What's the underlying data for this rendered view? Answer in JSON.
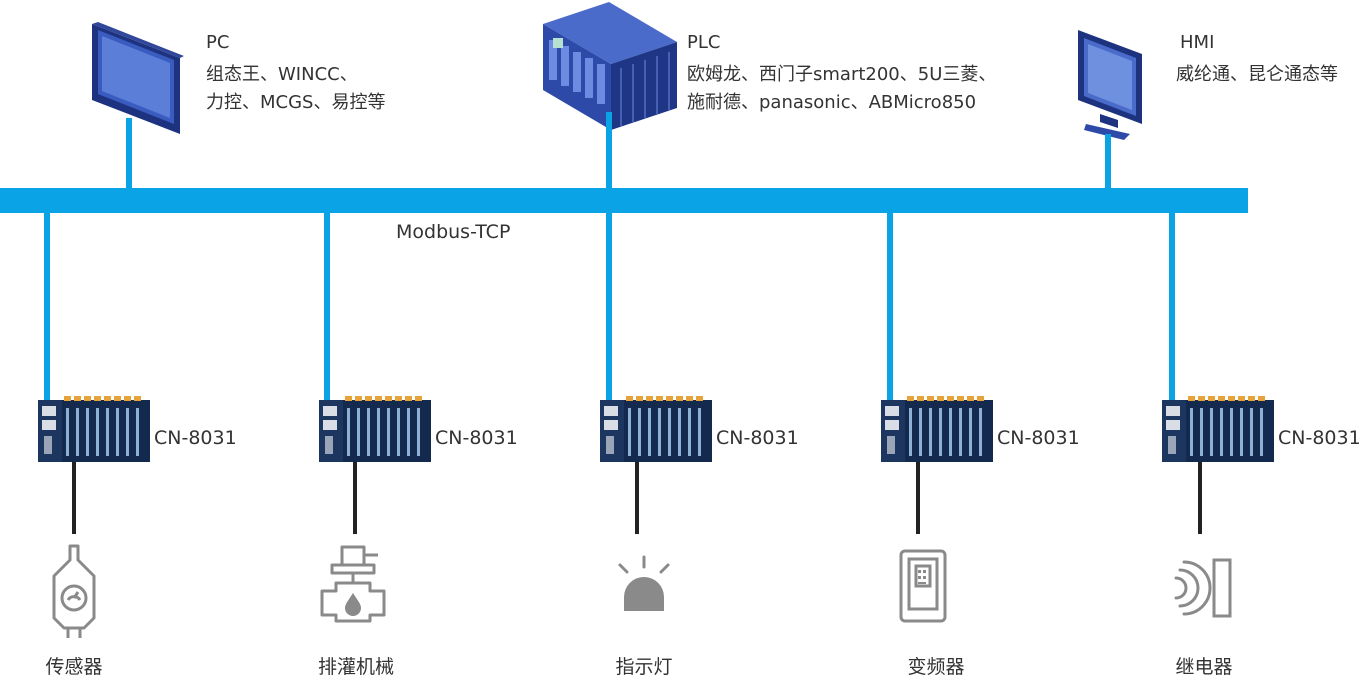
{
  "colors": {
    "bus": "#0aa3e6",
    "cable": "#222222",
    "device_blue": "#2f4da3",
    "icon_gray": "#8a8a8a"
  },
  "pc": {
    "title": "PC",
    "line1": "组态王、WINCC、",
    "line2": "力控、MCGS、易控等",
    "icon": "monitor-icon"
  },
  "plc": {
    "title": "PLC",
    "line1": "欧姆龙、西门子smart200、5U三菱、",
    "line2": "施耐德、panasonic、ABMicro850",
    "icon": "plc-rack-icon"
  },
  "hmi": {
    "title": "HMI",
    "line1": "威纶通、昆仑通态等",
    "icon": "hmi-monitor-icon"
  },
  "bus": {
    "label": "Modbus-TCP"
  },
  "nodes": [
    {
      "module": "CN-8031",
      "device": "传感器",
      "icon": "sensor-icon"
    },
    {
      "module": "CN-8031",
      "device": "排灌机械",
      "icon": "valve-icon"
    },
    {
      "module": "CN-8031",
      "device": "指示灯",
      "icon": "warning-light-icon"
    },
    {
      "module": "CN-8031",
      "device": "变频器",
      "icon": "inverter-icon"
    },
    {
      "module": "CN-8031",
      "device": "继电器",
      "icon": "relay-icon"
    }
  ]
}
